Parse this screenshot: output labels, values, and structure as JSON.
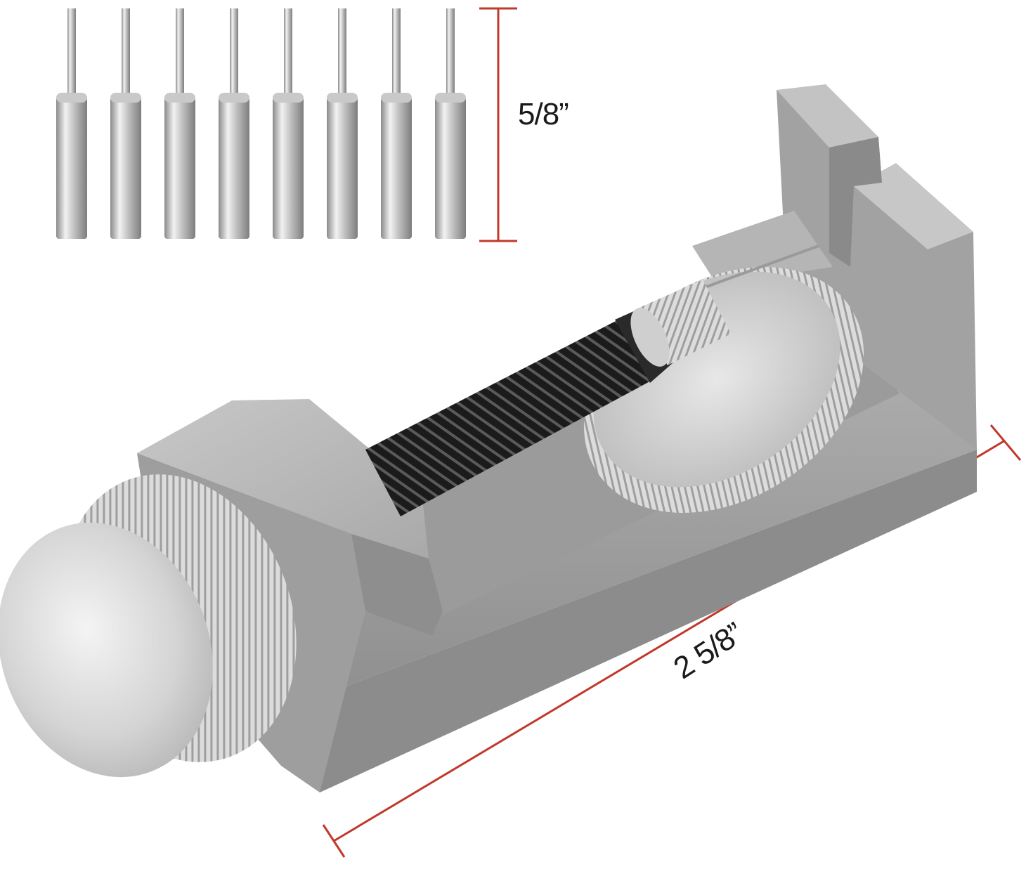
{
  "dimensions": {
    "pin_length_label": "5/8”",
    "tool_length_label": "2 5/8”"
  },
  "spare_pins": {
    "count": 8
  },
  "colors": {
    "dimension_line": "#c0392b",
    "tool_body": "#a7a7a7",
    "knob_metal": "#d9d9d9",
    "spring": "#141414"
  }
}
